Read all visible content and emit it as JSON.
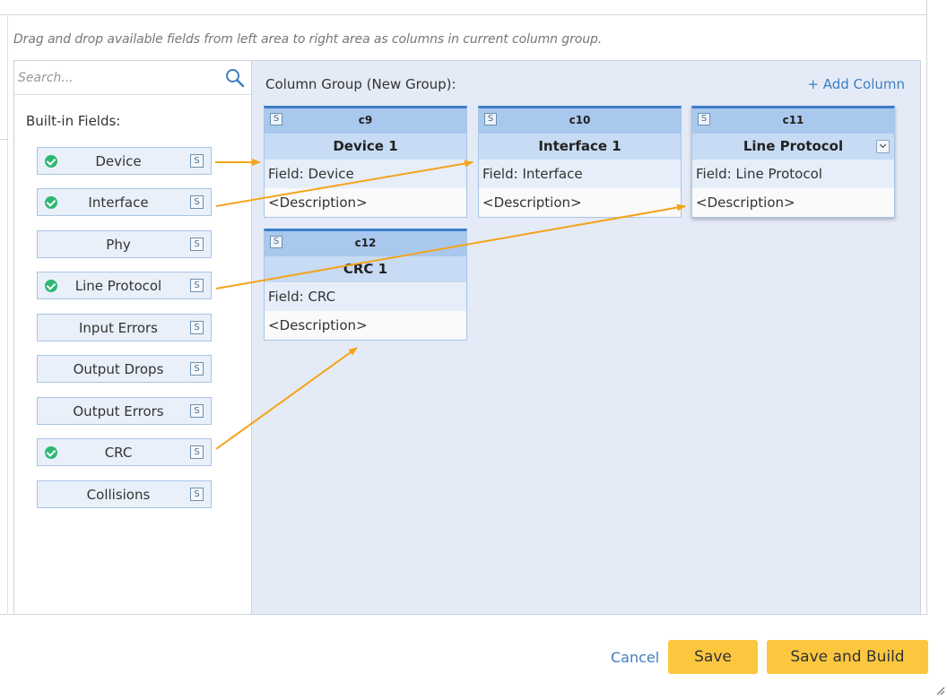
{
  "instruction": "Drag and drop available fields from left area to right area as columns in current column group.",
  "search": {
    "placeholder": "Search..."
  },
  "builtin_title": "Built-in Fields:",
  "fields": [
    {
      "label": "Device",
      "selected": true,
      "badge": "S"
    },
    {
      "label": "Interface",
      "selected": true,
      "badge": "S"
    },
    {
      "label": "Phy",
      "selected": false,
      "badge": "S"
    },
    {
      "label": "Line Protocol",
      "selected": true,
      "badge": "S"
    },
    {
      "label": "Input Errors",
      "selected": false,
      "badge": "S"
    },
    {
      "label": "Output Drops",
      "selected": false,
      "badge": "S"
    },
    {
      "label": "Output Errors",
      "selected": false,
      "badge": "S"
    },
    {
      "label": "CRC",
      "selected": true,
      "badge": "S"
    },
    {
      "label": "Collisions",
      "selected": false,
      "badge": "S"
    }
  ],
  "column_group": {
    "title": "Column Group (New Group):",
    "add_column": "+ Add Column",
    "columns": [
      {
        "id": "c9",
        "badge": "S",
        "name": "Device 1",
        "field": "Field: Device",
        "description": "<Description>"
      },
      {
        "id": "c10",
        "badge": "S",
        "name": "Interface 1",
        "field": "Field: Interface",
        "description": "<Description>"
      },
      {
        "id": "c11",
        "badge": "S",
        "name": "Line Protocol",
        "field": "Field: Line Protocol",
        "description": "<Description>"
      },
      {
        "id": "c12",
        "badge": "S",
        "name": "CRC 1",
        "field": "Field: CRC",
        "description": "<Description>"
      }
    ]
  },
  "footer": {
    "cancel": "Cancel",
    "save": "Save",
    "save_and_build": "Save and Build"
  },
  "colors": {
    "accent_button": "#fcc73f",
    "link": "#3f7ec0",
    "arrow": "#f5a31a",
    "check": "#2eb872",
    "column_header": "#a9c8ee"
  }
}
